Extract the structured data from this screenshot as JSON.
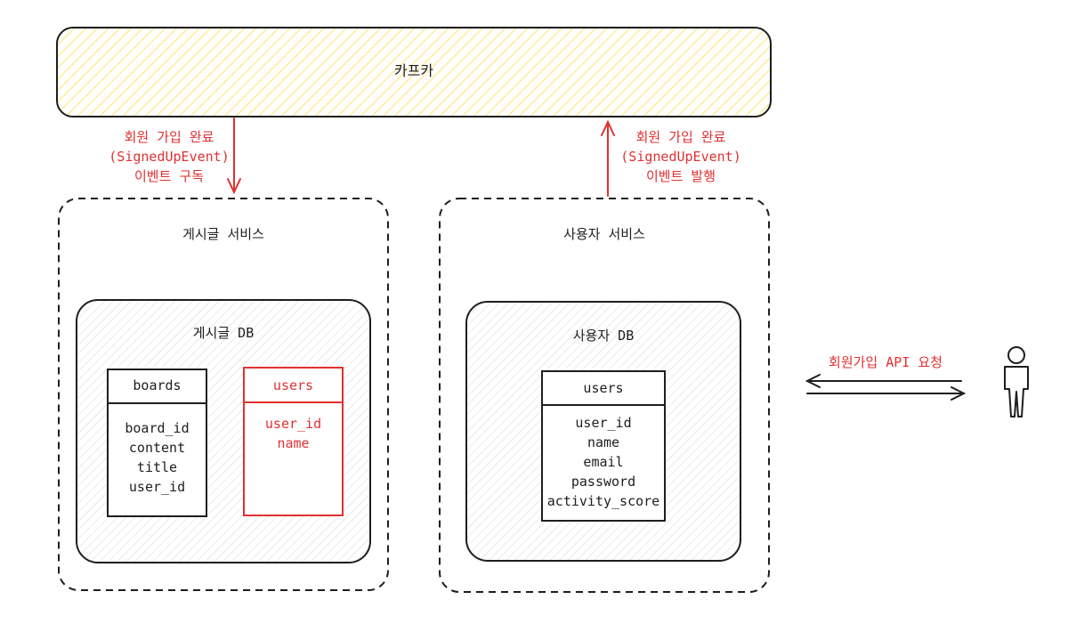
{
  "colors": {
    "ink": "#1e1e1e",
    "red": "#e03131",
    "kafka_fill": "#ffec99"
  },
  "kafka": {
    "label": "카프카"
  },
  "annotations": {
    "subscribe": [
      "회원 가입 완료",
      "(SignedUpEvent)",
      "이벤트 구독"
    ],
    "publish": [
      "회원 가입 완료",
      "(SignedUpEvent)",
      "이벤트 발행"
    ]
  },
  "board_service": {
    "title": "게시글 서비스",
    "db_title": "게시글 DB",
    "boards_table": {
      "name": "boards",
      "columns": [
        "board_id",
        "content",
        "title",
        "user_id"
      ]
    },
    "users_table": {
      "name": "users",
      "columns": [
        "user_id",
        "name"
      ]
    }
  },
  "user_service": {
    "title": "사용자 서비스",
    "db_title": "사용자 DB",
    "users_table": {
      "name": "users",
      "columns": [
        "user_id",
        "name",
        "email",
        "password",
        "activity_score"
      ]
    }
  },
  "api_request": {
    "label": "회원가입 API 요청",
    "actor_icon": "person-icon"
  }
}
